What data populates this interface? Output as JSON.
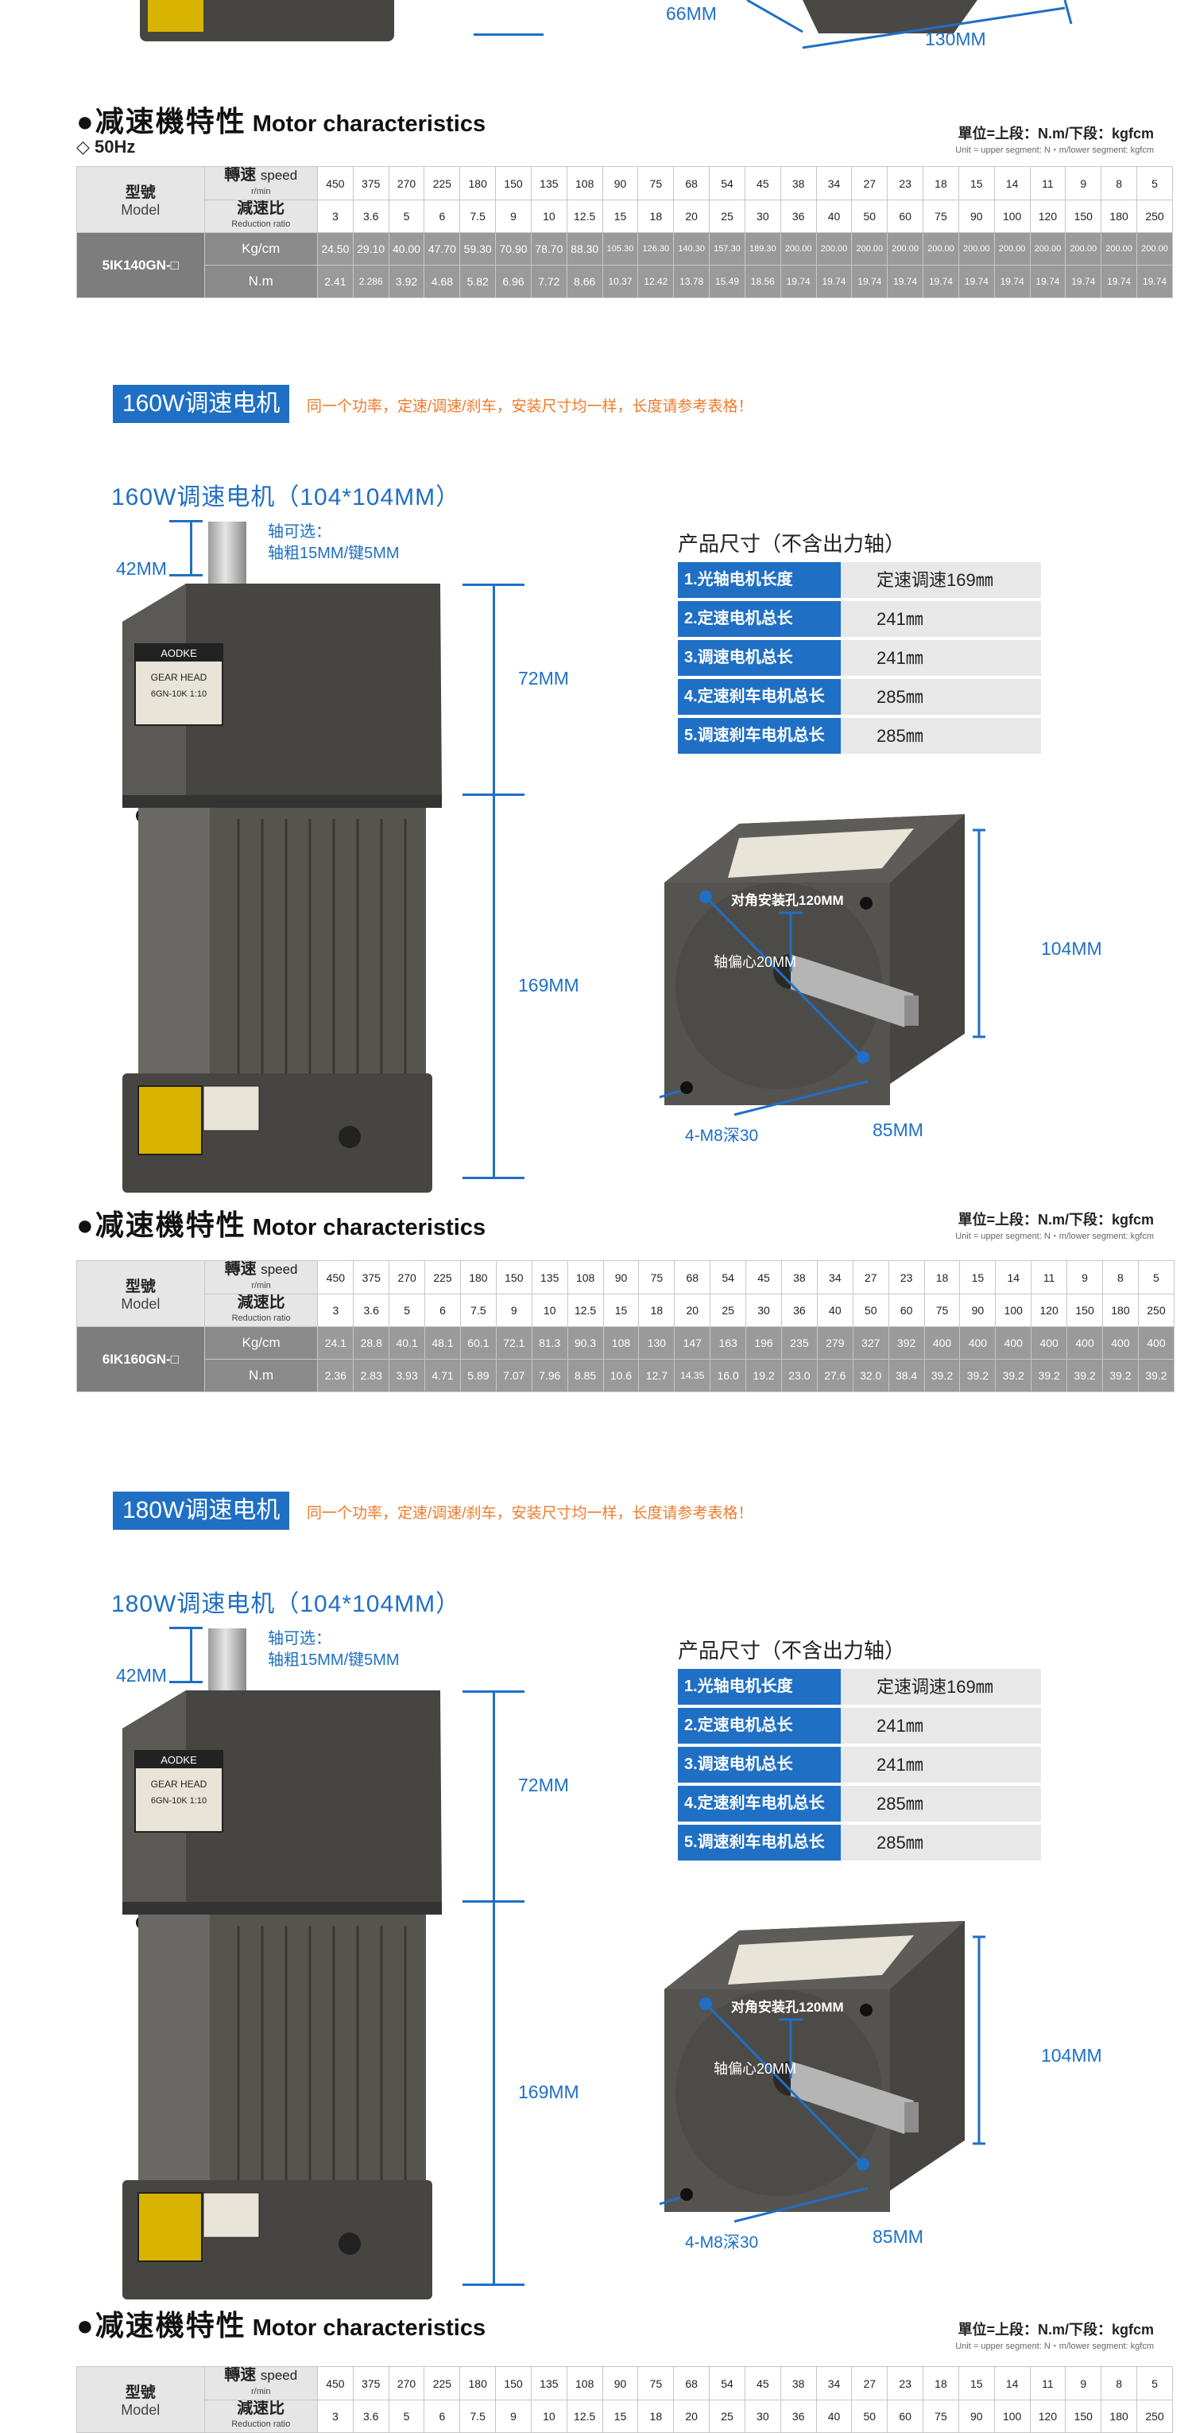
{
  "top": {
    "dim_66": "66MM",
    "dim_130": "130MM"
  },
  "section_title_cn": "●减速機特性",
  "section_title_en": "Motor characteristics",
  "hz": "◇ 50Hz",
  "unit_main": "單位=上段：N.m/下段：kgfcm",
  "unit_sub": "Unit = upper segment: N・m/lower segment: kgfcm",
  "table_labels": {
    "model_cn": "型號",
    "model_en": "Model",
    "speed_cn": "轉速",
    "speed_en": "speed",
    "speed_unit": "r/min",
    "ratio_cn": "減速比",
    "ratio_en": "Reduction ratio",
    "kg": "Kg/cm",
    "nm": "N.m"
  },
  "speeds": [
    "450",
    "375",
    "270",
    "225",
    "180",
    "150",
    "135",
    "108",
    "90",
    "75",
    "68",
    "54",
    "45",
    "38",
    "34",
    "27",
    "23",
    "18",
    "15",
    "14",
    "11",
    "9",
    "8",
    "5"
  ],
  "ratios": [
    "3",
    "3.6",
    "5",
    "6",
    "7.5",
    "9",
    "10",
    "12.5",
    "15",
    "18",
    "20",
    "25",
    "30",
    "36",
    "40",
    "50",
    "60",
    "75",
    "90",
    "100",
    "120",
    "150",
    "180",
    "250"
  ],
  "table1": {
    "model": "5IK140GN-□",
    "kg": [
      "24.50",
      "29.10",
      "40.00",
      "47.70",
      "59.30",
      "70.90",
      "78.70",
      "88.30",
      "105.30",
      "126.30",
      "140.30",
      "157.30",
      "189.30",
      "200.00",
      "200.00",
      "200.00",
      "200.00",
      "200.00",
      "200.00",
      "200.00",
      "200.00",
      "200.00",
      "200.00",
      "200.00"
    ],
    "nm": [
      "2.41",
      "2.286",
      "3.92",
      "4.68",
      "5.82",
      "6.96",
      "7.72",
      "8.66",
      "10.37",
      "12.42",
      "13.78",
      "15.49",
      "18.56",
      "19.74",
      "19.74",
      "19.74",
      "19.74",
      "19.74",
      "19.74",
      "19.74",
      "19.74",
      "19.74",
      "19.74",
      "19.74"
    ]
  },
  "table2": {
    "model": "6IK160GN-□",
    "kg": [
      "24.1",
      "28.8",
      "40.1",
      "48.1",
      "60.1",
      "72.1",
      "81.3",
      "90.3",
      "108",
      "130",
      "147",
      "163",
      "196",
      "235",
      "279",
      "327",
      "392",
      "400",
      "400",
      "400",
      "400",
      "400",
      "400",
      "400"
    ],
    "nm": [
      "2.36",
      "2.83",
      "3.93",
      "4.71",
      "5.89",
      "7.07",
      "7.96",
      "8.85",
      "10.6",
      "12.7",
      "14.35",
      "16.0",
      "19.2",
      "23.0",
      "27.6",
      "32.0",
      "38.4",
      "39.2",
      "39.2",
      "39.2",
      "39.2",
      "39.2",
      "39.2",
      "39.2"
    ]
  },
  "banner_note": "同一个功率，定速/调速/刹车，安装尺寸均一样，长度请参考表格！",
  "s160": {
    "banner": "160W调速电机",
    "heading": "160W调速电机（104*104MM）"
  },
  "s180": {
    "banner": "180W调速电机",
    "heading": "180W调速电机（104*104MM）"
  },
  "motor_dims": {
    "d42": "42MM",
    "axis_note_1": "轴可选：",
    "axis_note_2": "轴粗15MM/键5MM",
    "d72": "72MM",
    "d169": "169MM",
    "d104": "104MM",
    "d85": "85MM",
    "holes": "4-M8深30",
    "diag": "对角安装孔120MM",
    "offset": "轴偏心20MM",
    "brand": "AODKE",
    "plate_1": "GEAR HEAD",
    "plate_2": "6GN-10K  1:10"
  },
  "size_table": {
    "caption": "产品尺寸（不含出力轴）",
    "rows": [
      {
        "k": "1.光轴电机长度",
        "v": "定速调速169㎜"
      },
      {
        "k": "2.定速电机总长",
        "v": "241㎜"
      },
      {
        "k": "3.调速电机总长",
        "v": "241㎜"
      },
      {
        "k": "4.定速刹车电机总长",
        "v": "285㎜"
      },
      {
        "k": "5.调速刹车电机总长",
        "v": "285㎜"
      }
    ]
  },
  "colors": {
    "accent": "#1f6fc5",
    "note": "#f07a2a",
    "motor": "#4a4845"
  }
}
